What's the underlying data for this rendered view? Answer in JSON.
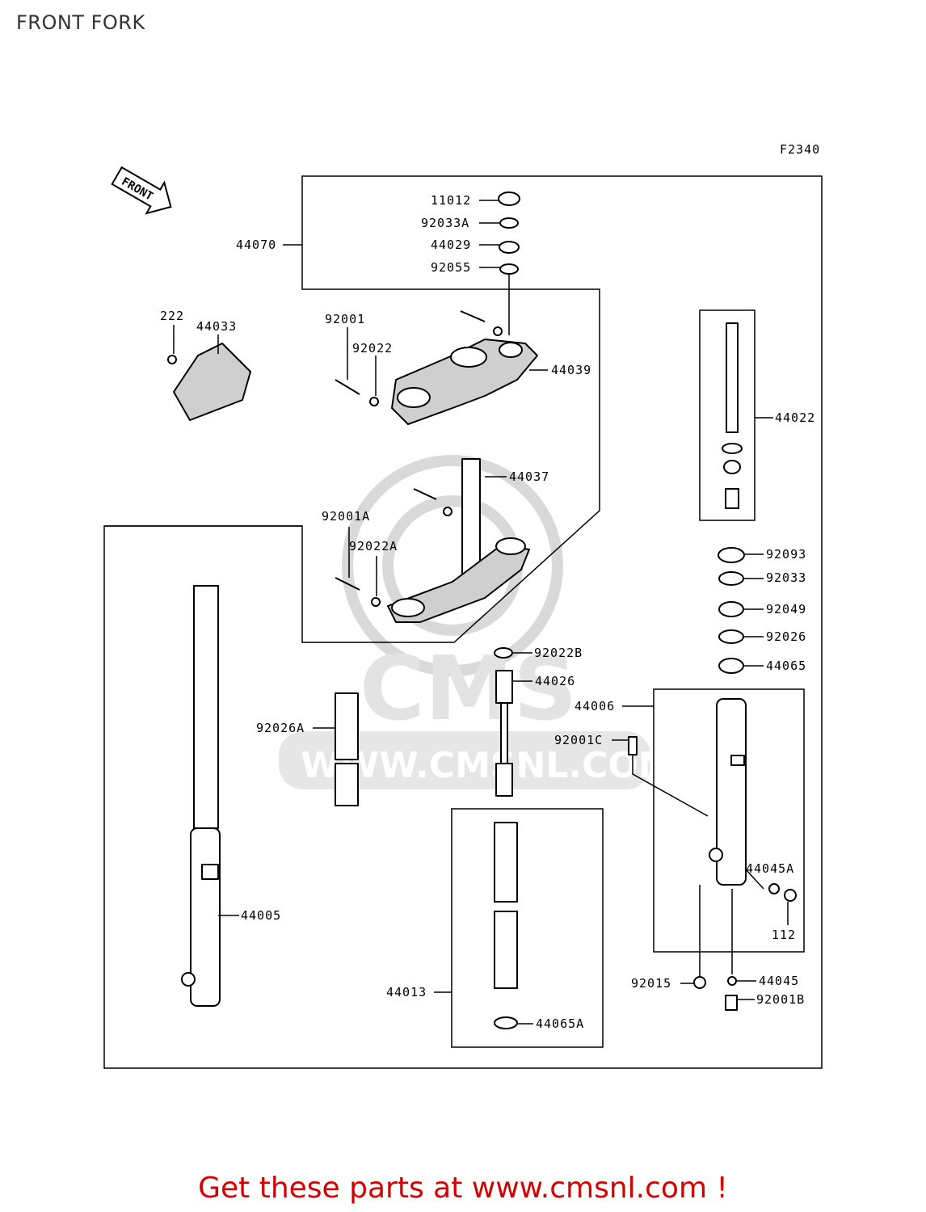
{
  "page_title": "FRONT FORK",
  "figure_code": "F2340",
  "direction_arrow": "FRONT",
  "watermark": {
    "brand": "CMS",
    "url": "WWW.CMSNL.COM"
  },
  "part_labels": {
    "p11012": "11012",
    "p92033A": "92033A",
    "p44029": "44029",
    "p92055": "92055",
    "p44070": "44070",
    "p222": "222",
    "p44033": "44033",
    "p92001": "92001",
    "p92022": "92022",
    "p44039": "44039",
    "p44022": "44022",
    "p44037": "44037",
    "p92001A": "92001A",
    "p92022A": "92022A",
    "p92093": "92093",
    "p92033": "92033",
    "p92049": "92049",
    "p92026": "92026",
    "p92022B": "92022B",
    "p44065": "44065",
    "p44026": "44026",
    "p44006": "44006",
    "p92026A": "92026A",
    "p92001C": "92001C",
    "p44045A": "44045A",
    "p44005": "44005",
    "p112": "112",
    "p44013": "44013",
    "p92015": "92015",
    "p44045": "44045",
    "p92001B": "92001B",
    "p44065A": "44065A"
  },
  "call_to_action": "Get these parts at www.cmsnl.com !"
}
